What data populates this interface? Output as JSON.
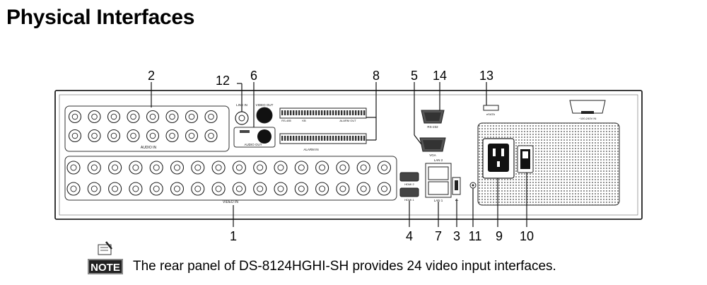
{
  "page": {
    "title": "Physical Interfaces"
  },
  "callouts": {
    "c1": "1",
    "c2": "2",
    "c3": "3",
    "c4": "4",
    "c5": "5",
    "c6": "6",
    "c7": "7",
    "c8": "8",
    "c9": "9",
    "c10": "10",
    "c11": "11",
    "c12": "12",
    "c13": "13",
    "c14": "14"
  },
  "panel_labels": {
    "audio_in": "AUDIO IN",
    "video_in": "VIDEO IN",
    "line_in": "LINE IN",
    "video_out": "VIDEO OUT",
    "audio_out": "AUDIO OUT",
    "alarm_out": "ALARM OUT",
    "alarm_in": "ALARM IN",
    "rs485": "RS-485",
    "kb": "KB",
    "rs232": "RS-232",
    "vga": "VGA",
    "lan2": "LAN 2",
    "lan1": "LAN 1",
    "hdmi2": "HDMI 2",
    "hdmi1": "HDMI 1",
    "esata": "eSATA",
    "power": "~100-240V IN"
  },
  "note": {
    "badge": "NOTE",
    "text": "The rear panel of DS-8124HGHI-SH provides 24 video input interfaces."
  }
}
